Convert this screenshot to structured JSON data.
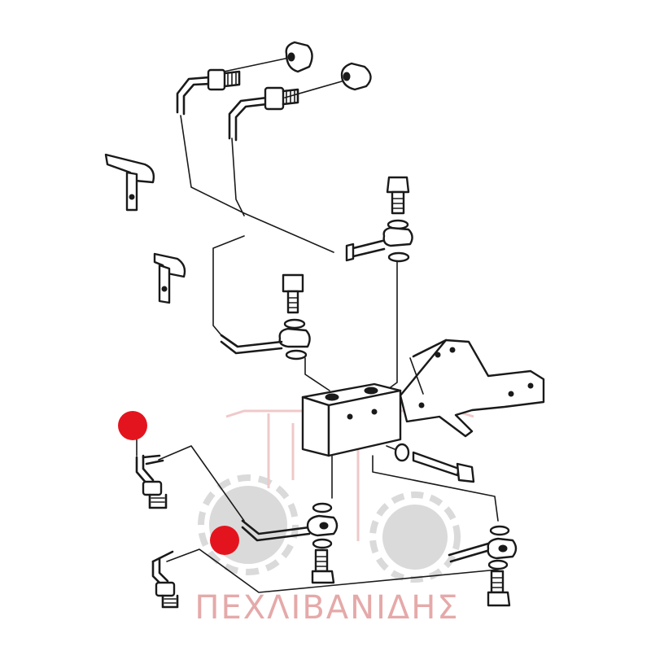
{
  "watermark": {
    "text": "ΠΕΧΛΙΒΑΝΙΔΗΣ",
    "color": "#e3a0a0",
    "logo_color": "#d6d6d6"
  },
  "markers": {
    "color": "#e4141e",
    "items": [
      {
        "id": "marker-upper-left"
      },
      {
        "id": "marker-lower-center"
      }
    ]
  }
}
